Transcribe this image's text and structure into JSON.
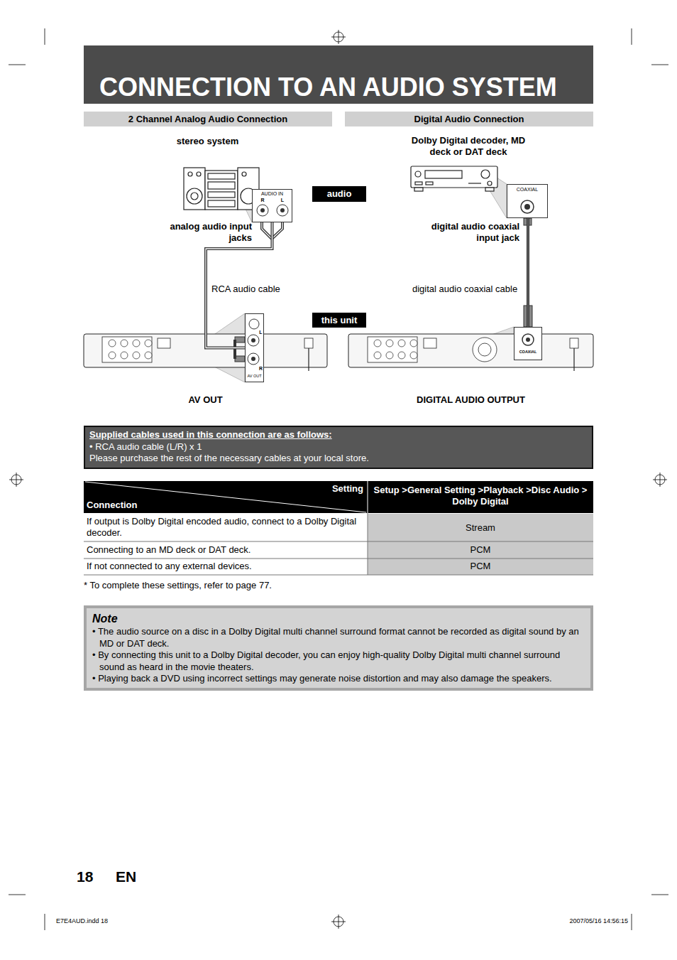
{
  "diagram": {
    "title": "CONNECTION TO AN AUDIO SYSTEM",
    "nodes": [
      {
        "text": [
          "2 Channel Analog Audio Connection"
        ]
      },
      {
        "text": [
          "Digital Audio Connection"
        ]
      },
      {
        "text": [
          "stereo system"
        ]
      },
      {
        "text": [
          "AUDIO IN",
          "R",
          "L"
        ]
      },
      {
        "text": [
          "audio"
        ]
      },
      {
        "text": [
          "Dolby Digital decoder, MD deck or DAT deck"
        ]
      },
      {
        "text": [
          "COAXIAL"
        ]
      },
      {
        "text": [
          "this unit"
        ]
      },
      {
        "text": [
          "AV OUT"
        ]
      },
      {
        "text": [
          "L",
          "R",
          "AV OUT"
        ]
      },
      {
        "text": [
          "DIGITAL AUDIO OUTPUT"
        ]
      },
      {
        "text": [
          "COAXIAL"
        ]
      },
      {
        "text": [
          "Supplied cables used in this connection are as follows:",
          "• RCA audio cable (L/R) x 1",
          "Please purchase the rest of the necessary cables at your local store."
        ]
      },
      {
        "text": [
          "Note",
          "• The audio source on a disc in a Dolby Digital multi channel surround format cannot be recorded as digital sound by an MD or DAT deck.",
          "• By connecting this unit to a Dolby Digital decoder, you can enjoy high-quality Dolby Digital multi channel surround sound as heard in the movie theaters.",
          "• Playing back a DVD using incorrect settings may generate noise distortion and may also damage the speakers."
        ]
      }
    ],
    "edges": [
      {
        "from": 9,
        "to": 3,
        "label": "RCA audio cable",
        "arrow": "none"
      },
      {
        "from": 11,
        "to": 6,
        "label": "digital audio coaxial cable",
        "arrow": "none"
      }
    ],
    "labels": [
      "analog audio input jacks",
      "digital audio coaxial input jack",
      "Setting",
      "Connection",
      "Setup >General Setting >Playback >Disc Audio > Dolby Digital",
      "If output is Dolby Digital encoded audio, connect to a Dolby Digital decoder.",
      "Stream",
      "Connecting to an MD deck or DAT deck.",
      "PCM",
      "If not connected to any external devices.",
      "PCM",
      "* To complete these settings, refer to page 77.",
      "18",
      "EN",
      "E7E4AUD.indd 18",
      "2007/05/16 14:56:15"
    ]
  }
}
